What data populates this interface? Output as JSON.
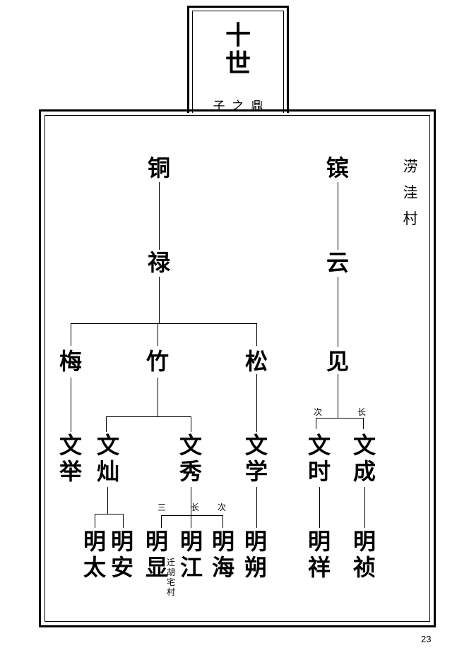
{
  "header": {
    "generation": "十世",
    "subtitle": "子之鼎"
  },
  "place": "涝洼村",
  "nodes": {
    "tong": "铜",
    "lu": "禄",
    "bin": "镔",
    "yun": "云",
    "mei": "梅",
    "zhu": "竹",
    "song": "松",
    "jian": "见",
    "wenju": "文举",
    "wencan": "文灿",
    "wenxiu": "文秀",
    "wenxue": "文学",
    "wenshi": "文时",
    "wencheng": "文成",
    "mingtai": "明太",
    "mingan": "明安",
    "mingxian": "明显",
    "mingjiang": "明江",
    "minghai": "明海",
    "mingshuo": "明朔",
    "mingxiang": "明祥",
    "mingzhen": "明祯"
  },
  "labels": {
    "jian_second": "次",
    "jian_eldest": "长",
    "xiu_third": "三",
    "xiu_eldest": "长",
    "xiu_second": "次"
  },
  "note": "迁胡宅村",
  "page_number": "23"
}
